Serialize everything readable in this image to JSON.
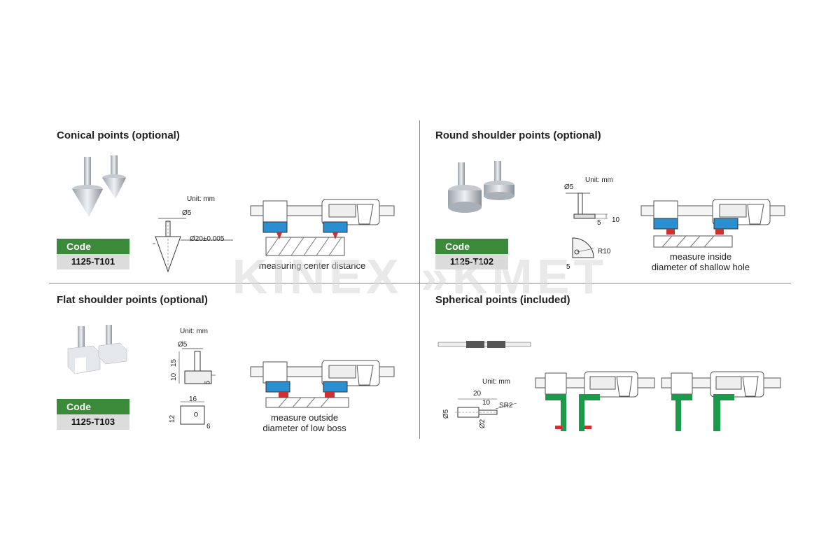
{
  "unit_label": "Unit: mm",
  "code_label": "Code",
  "watermark": "KINEX »KMET",
  "sections": {
    "conical": {
      "title": "Conical points (optional)",
      "code": "1125-T101",
      "dims": [
        "Ø5",
        "Ø20±0.005"
      ],
      "caption": "measuring center distance"
    },
    "round": {
      "title": "Round shoulder points (optional)",
      "code": "1125-T102",
      "dims": [
        "Ø5",
        "5",
        "10",
        "R10",
        "5"
      ],
      "caption_lines": [
        "measure inside",
        "diameter of shallow hole"
      ]
    },
    "flat": {
      "title": "Flat shoulder points (optional)",
      "code": "1125-T103",
      "dims": [
        "Ø5",
        "15",
        "10",
        "5",
        "16",
        "12",
        "6"
      ],
      "caption_lines": [
        "measure outside",
        "diameter of low boss"
      ]
    },
    "spherical": {
      "title": "Spherical points (included)",
      "dims": [
        "20",
        "10",
        "SR2",
        "Ø5",
        "Ø2"
      ]
    }
  },
  "colors": {
    "code_green": "#3a8a3a",
    "jaw_blue": "#2a8fd0",
    "jaw_red": "#d03030",
    "arm_green": "#1a9a4a"
  }
}
